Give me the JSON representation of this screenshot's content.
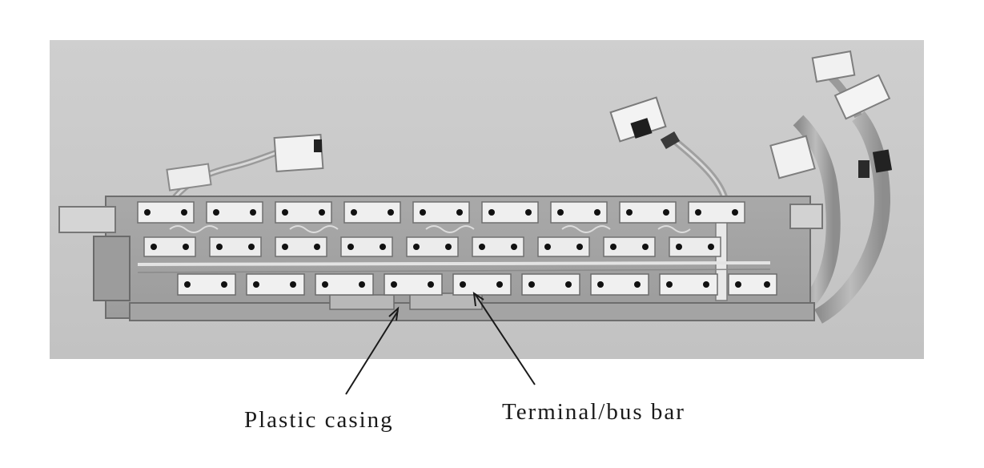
{
  "photo": {
    "background": "#c9c9c9",
    "pack_color": "#b5b5b5",
    "terminal_color": "#eeeeee",
    "bolt_color": "#111111",
    "rows": [
      {
        "terminals": 9
      },
      {
        "terminals": 9
      },
      {
        "terminals": 9
      }
    ]
  },
  "callouts": [
    {
      "label": "Plastic casing"
    },
    {
      "label": "Terminal/bus bar"
    }
  ],
  "line_color": "#1a1a1a"
}
